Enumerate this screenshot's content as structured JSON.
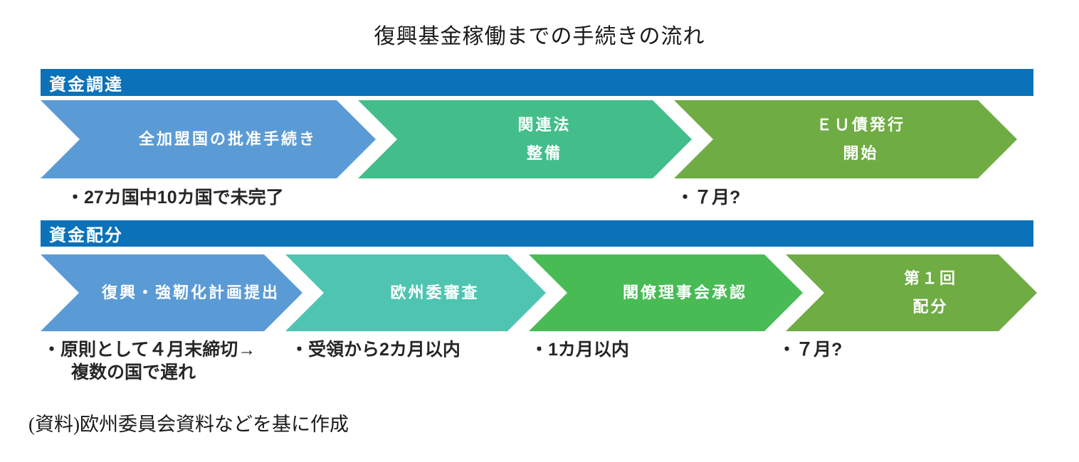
{
  "title": "復興基金稼働までの手続きの流れ",
  "source_note": "(資料)欧州委員会資料などを基に作成",
  "colors": {
    "section_bar": "#0B71B8",
    "arrow_blue": "#5B9BD5",
    "arrow_seagreen": "#43BE8B",
    "arrow_olive": "#6FAC44",
    "arrow_teal": "#4FC4B1",
    "arrow_green": "#48BB55",
    "label_text": "#ffffff",
    "note_text": "#262626"
  },
  "sections": [
    {
      "header": "資金調達",
      "steps": [
        {
          "color": "#5B9BD5",
          "label_lines": [
            "全加盟国の批准手続き"
          ]
        },
        {
          "color": "#43BE8B",
          "label_lines": [
            "関連法",
            "整備"
          ]
        },
        {
          "color": "#6FAC44",
          "label_lines": [
            "ＥＵ債発行",
            "開始"
          ]
        }
      ],
      "notes": [
        {
          "lines": [
            "・27カ国中10カ国で未完了"
          ]
        },
        {
          "lines": [
            "・７月?"
          ]
        }
      ]
    },
    {
      "header": "資金配分",
      "steps": [
        {
          "color": "#5B9BD5",
          "label_lines": [
            "復興・強靭化計画提出"
          ]
        },
        {
          "color": "#4FC4B1",
          "label_lines": [
            "欧州委審査"
          ]
        },
        {
          "color": "#48BB55",
          "label_lines": [
            "閣僚理事会承認"
          ]
        },
        {
          "color": "#6FAC44",
          "label_lines": [
            "第１回",
            "配分"
          ]
        }
      ],
      "notes": [
        {
          "lines": [
            "・原則として４月末締切→",
            "複数の国で遅れ"
          ]
        },
        {
          "lines": [
            "・受領から2カ月以内"
          ]
        },
        {
          "lines": [
            "・1カ月以内"
          ]
        },
        {
          "lines": [
            "・７月?"
          ]
        }
      ]
    }
  ]
}
